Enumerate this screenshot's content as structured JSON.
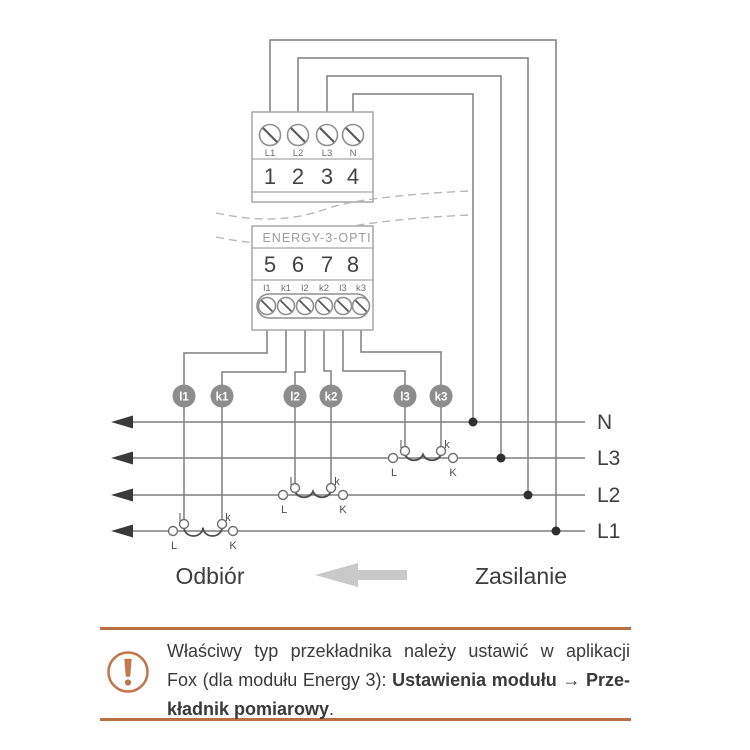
{
  "device": {
    "model_label": "ENERGY-3-OPTI",
    "top_terminals": {
      "labels": [
        "L1",
        "L2",
        "L3",
        "N"
      ],
      "numbers": [
        "1",
        "2",
        "3",
        "4"
      ]
    },
    "bottom_terminals": {
      "numbers": [
        "5",
        "6",
        "7",
        "8"
      ],
      "labels": [
        "l1",
        "k1",
        "l2",
        "k2",
        "l3",
        "k3"
      ]
    }
  },
  "wire_tags": {
    "labels": [
      "l1",
      "k1",
      "l2",
      "k2",
      "l3",
      "k3"
    ]
  },
  "power_lines": {
    "labels": [
      "N",
      "L3",
      "L2",
      "L1"
    ]
  },
  "transformer_labels": {
    "secondary_left": "l",
    "secondary_right": "k",
    "primary_left": "L",
    "primary_right": "K"
  },
  "flow": {
    "load_label": "Odbiór",
    "supply_label": "Zasilanie"
  },
  "note": {
    "line1": "Właściwy typ przekładnika należy ustawić w aplikacji",
    "line2_regular": "Fox (dla modułu Energy 3): ",
    "line2_bold": "Ustawienia modułu → Prze-",
    "line3_bold": "kładnik pomiarowy",
    "line3_regular": "."
  },
  "colors": {
    "accent_orange": "#b87045",
    "icon_orange": "#c4764e",
    "wire_gray": "#7e7e7e",
    "tag_gray": "#8d8d8d",
    "flow_arrow_gray": "#c9c9c9",
    "text_dark": "#3d3d3d"
  }
}
